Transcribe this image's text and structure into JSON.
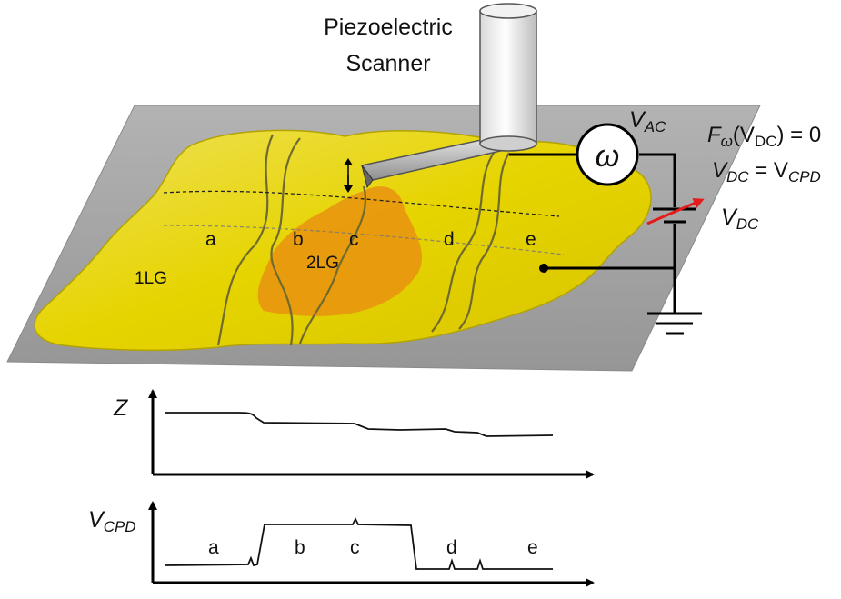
{
  "scanner": {
    "line1": "Piezoelectric",
    "line2": "Scanner"
  },
  "source": {
    "omega": "ω",
    "vac_main": "V",
    "vac_sub": "AC"
  },
  "condition": {
    "f": "F",
    "omega_sub": "ω",
    "open": "(V",
    "dc_sub": "DC",
    "close": ") = 0",
    "vdc": "V",
    "vdc_sub": "DC",
    "eq": " = V",
    "cpd_sub": "CPD"
  },
  "battery": {
    "v": "V",
    "sub": "DC"
  },
  "sample": {
    "layer1": "1LG",
    "layer2": "2LG",
    "boundaries": [
      "a",
      "b",
      "c",
      "d",
      "e"
    ]
  },
  "plot_z": {
    "ylabel": "Z"
  },
  "plot_cpd": {
    "ylabel_main": "V",
    "ylabel_sub": "CPD",
    "regions": [
      "a",
      "b",
      "c",
      "d",
      "e"
    ]
  },
  "colors": {
    "substrate": "#a6a6a6",
    "flake": "#e6d800",
    "bilayer": "#e8920f",
    "probe": "#c8c8c8",
    "field": "#e31b1b"
  }
}
